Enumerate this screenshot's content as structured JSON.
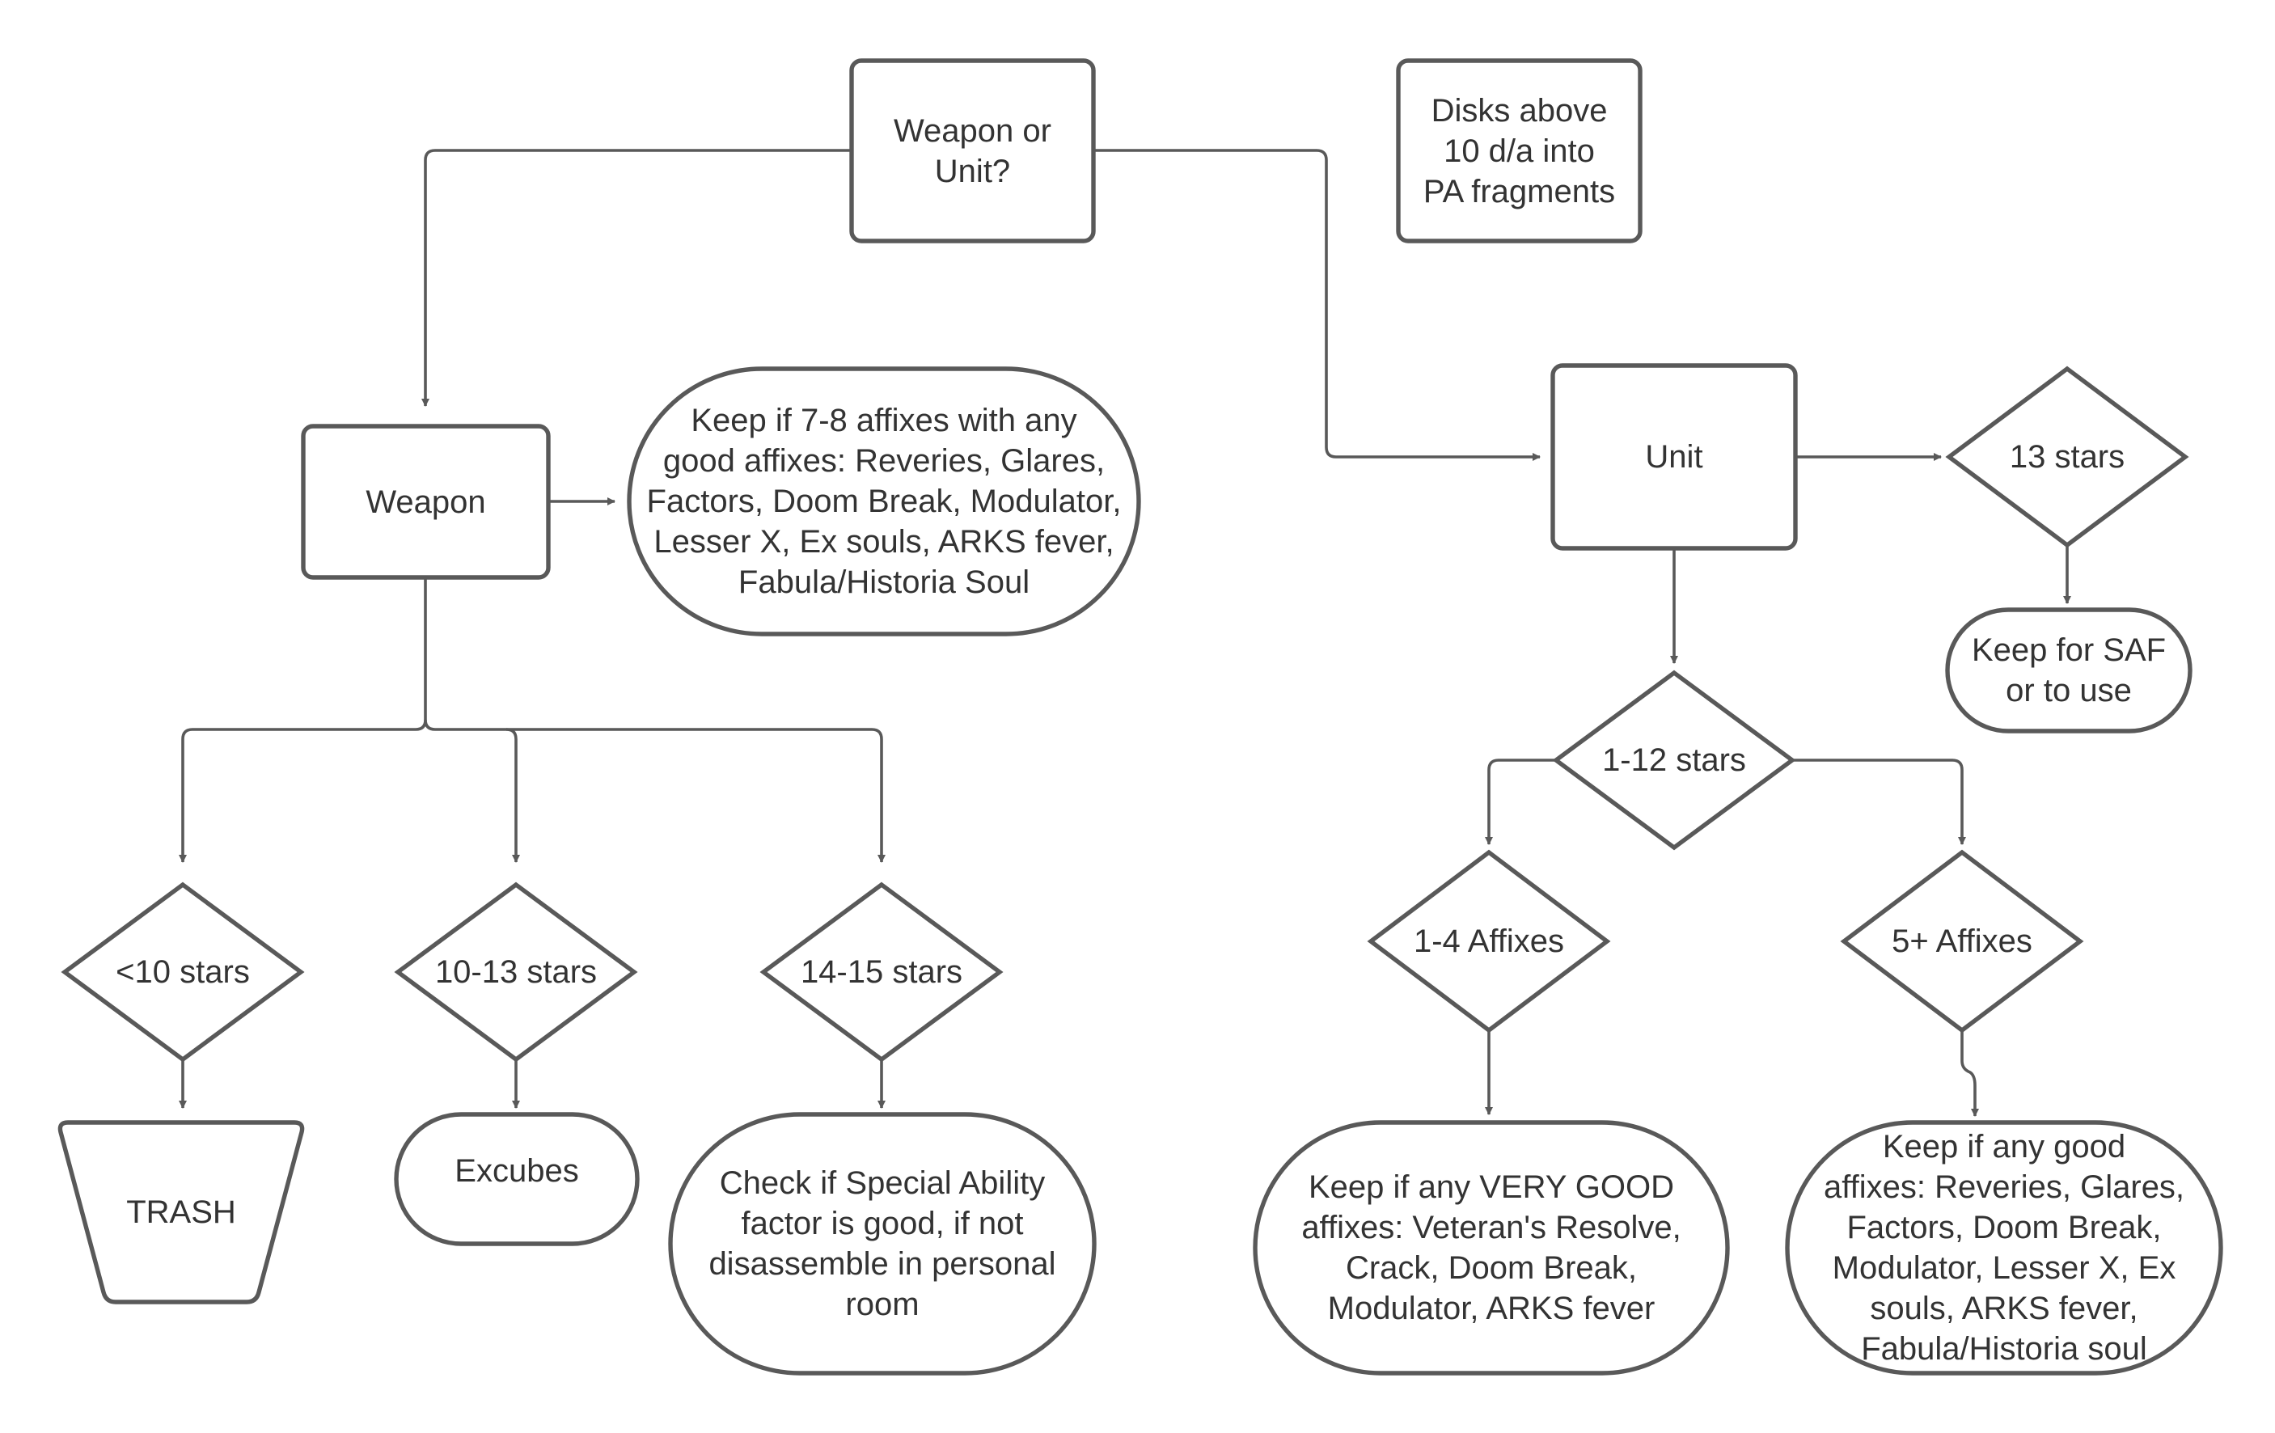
{
  "nodes": {
    "root": "Weapon or\nUnit?",
    "disks_note": "Disks above\n10 d/a into\nPA fragments",
    "weapon": "Weapon",
    "weapon_keep_affixes": "Keep if 7-8 affixes with any\ngood affixes: Reveries, Glares,\nFactors, Doom Break, Modulator,\nLesser X, Ex souls, ARKS fever,\nFabula/Historia Soul",
    "weapon_lt10": "<10 stars",
    "weapon_10_13": "10-13 stars",
    "weapon_14_15": "14-15 stars",
    "trash": "TRASH",
    "excubes": "Excubes",
    "special_ability_check": "Check if Special Ability\nfactor is good, if not\ndisassemble in personal\nroom",
    "unit": "Unit",
    "unit_13": "13 stars",
    "keep_saf": "Keep for SAF\nor to use",
    "unit_1_12": "1-12 stars",
    "affixes_1_4": "1-4 Affixes",
    "affixes_5plus": "5+ Affixes",
    "keep_very_good": "Keep if any VERY GOOD\naffixes: Veteran's Resolve,\nCrack, Doom Break,\nModulator, ARKS fever",
    "keep_any_good": "Keep if any good\naffixes: Reveries, Glares,\nFactors, Doom Break,\nModulator, Lesser X, Ex\nsouls, ARKS fever,\nFabula/Historia soul"
  },
  "colors": {
    "stroke": "#595959",
    "text": "#333333",
    "fill": "#ffffff"
  }
}
